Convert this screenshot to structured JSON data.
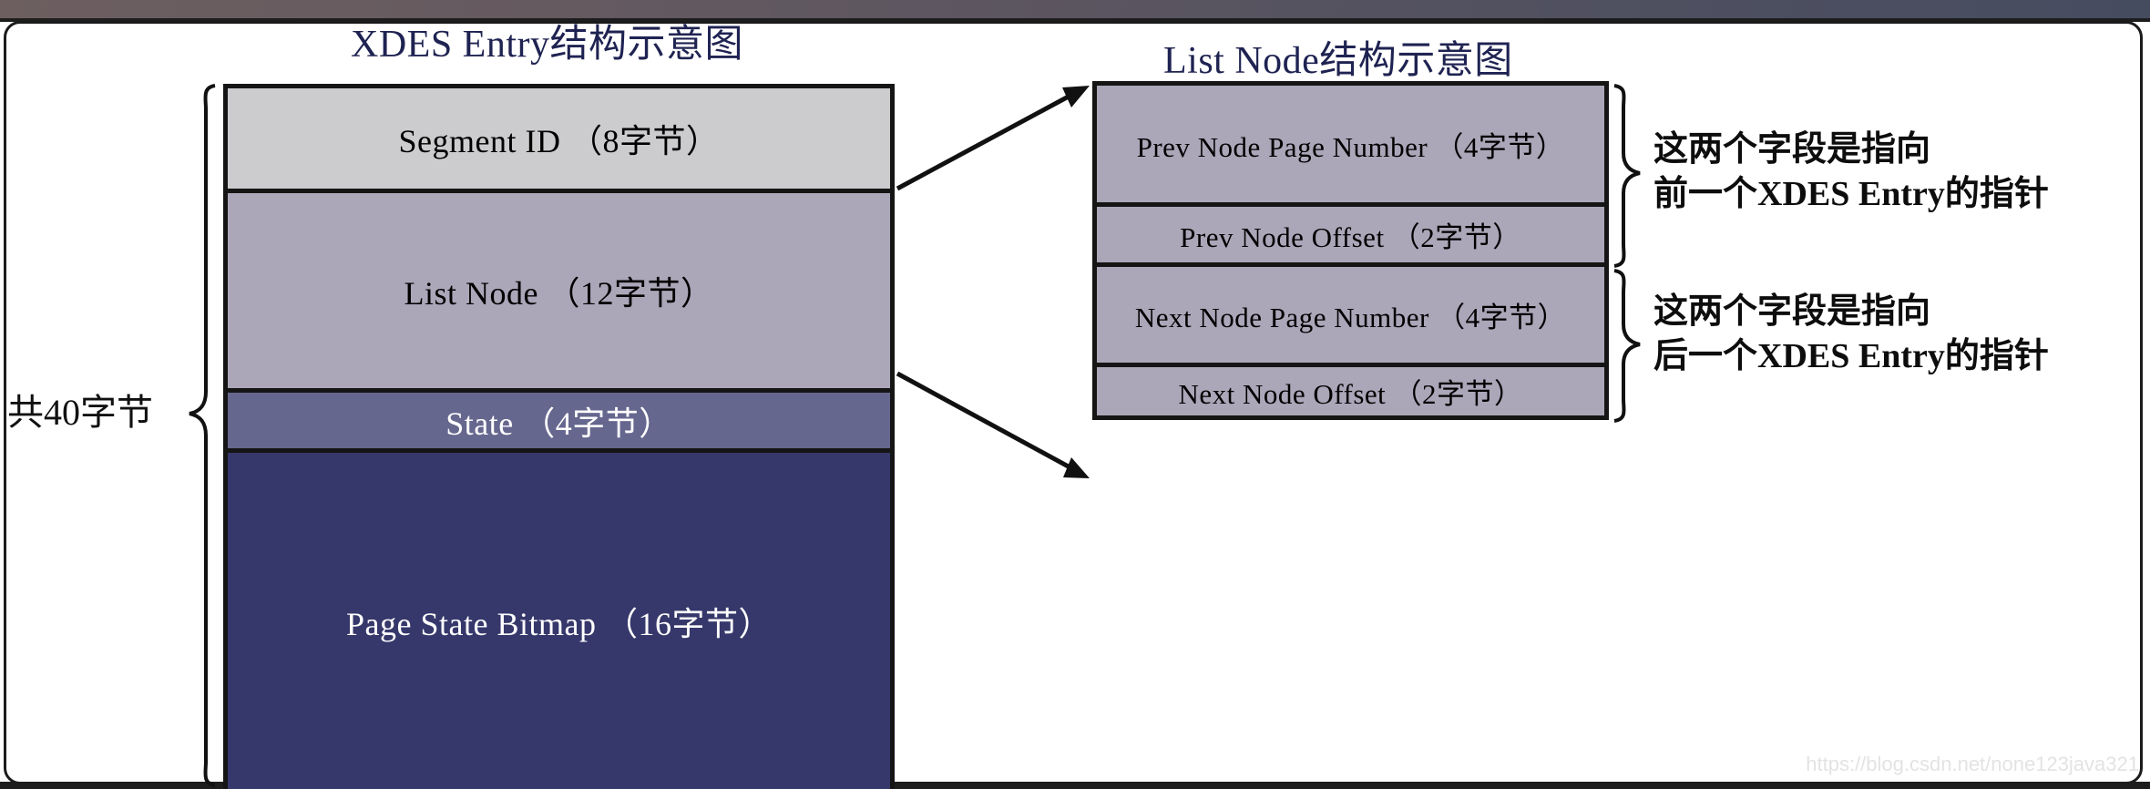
{
  "diagram": {
    "titles": {
      "xdes": "XDES Entry结构示意图",
      "list_node": "List Node结构示意图"
    },
    "total_label": "共40字节",
    "xdes_entry": {
      "fields": [
        {
          "label": "Segment ID （8字节）",
          "name": "segment-id",
          "bytes": 8,
          "color": "#ccccce"
        },
        {
          "label": "List Node （12字节）",
          "name": "list-node",
          "bytes": 12,
          "color": "#aba6b8"
        },
        {
          "label": "State （4字节）",
          "name": "state",
          "bytes": 4,
          "color": "#66678e"
        },
        {
          "label": "Page State Bitmap （16字节）",
          "name": "page-state-bitmap",
          "bytes": 16,
          "color": "#36386b"
        }
      ]
    },
    "list_node": {
      "fields": [
        {
          "label": "Prev Node Page Number （4字节）",
          "name": "prev-node-page-number",
          "bytes": 4,
          "color": "#aba6b8"
        },
        {
          "label": "Prev Node Offset （2字节）",
          "name": "prev-node-offset",
          "bytes": 2,
          "color": "#aba6b8"
        },
        {
          "label": "Next Node Page Number （4字节）",
          "name": "next-node-page-number",
          "bytes": 4,
          "color": "#aba6b8"
        },
        {
          "label": "Next Node Offset （2字节）",
          "name": "next-node-offset",
          "bytes": 2,
          "color": "#aba6b8"
        }
      ]
    },
    "annotations": {
      "prev": "这两个字段是指向\n前一个XDES Entry的指针",
      "next": "这两个字段是指向\n后一个XDES Entry的指针"
    },
    "watermark": "https://blog.csdn.net/none123java321",
    "colors": {
      "title_text": "#1f2352",
      "outline": "#151515",
      "band_left": "#6d5f60",
      "band_right": "#464c60"
    }
  }
}
